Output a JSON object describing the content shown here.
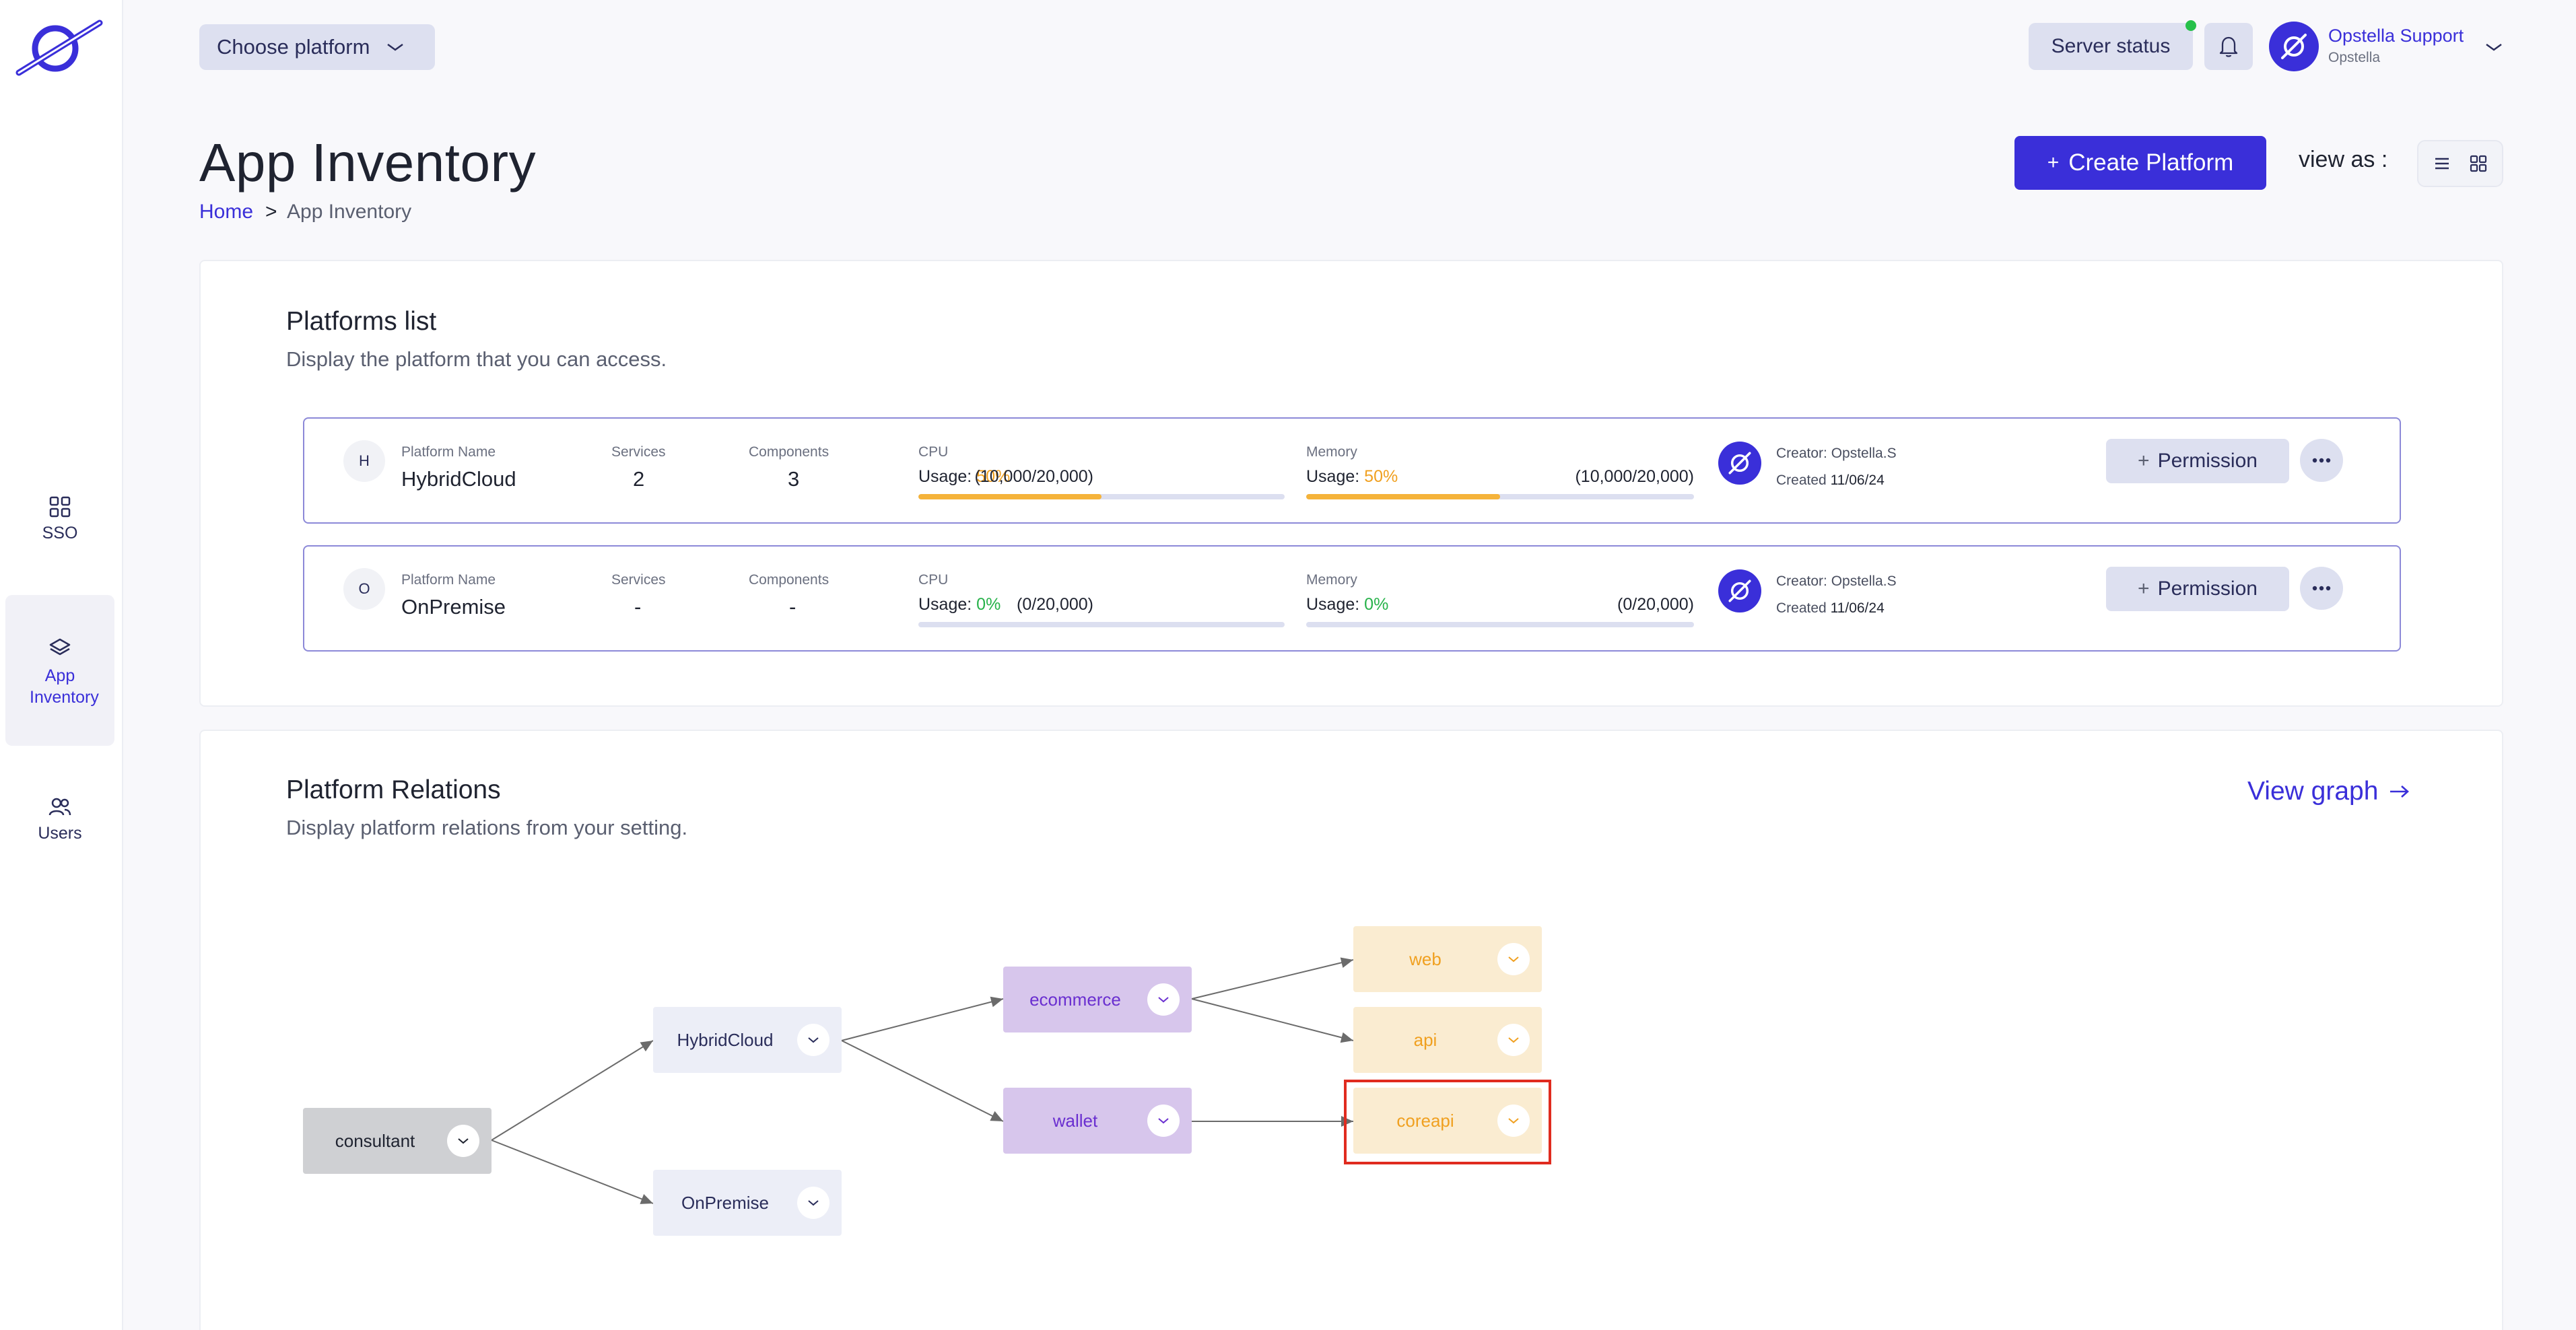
{
  "sidebar": {
    "items": [
      {
        "label": "SSO",
        "icon": "grid-icon"
      },
      {
        "label": "App Inventory",
        "icon": "layers-icon",
        "active": true
      },
      {
        "label": "Users",
        "icon": "users-icon"
      }
    ]
  },
  "topbar": {
    "choose_platform": "Choose platform",
    "server_status": "Server status",
    "user_name": "Opstella Support",
    "user_org": "Opstella"
  },
  "header": {
    "title": "App Inventory",
    "breadcrumb_home": "Home",
    "breadcrumb_sep": ">",
    "breadcrumb_current": "App Inventory",
    "create_button": "Create Platform",
    "create_plus": "+",
    "view_as": "view as :"
  },
  "platforms": {
    "title": "Platforms list",
    "subtitle": "Display the platform that you can access.",
    "labels": {
      "name": "Platform Name",
      "services": "Services",
      "components": "Components",
      "cpu": "CPU",
      "memory": "Memory",
      "usage": "Usage:",
      "created": "Created",
      "permission": "Permission",
      "permission_plus": "+"
    },
    "rows": [
      {
        "initial": "H",
        "name": "HybridCloud",
        "services": "2",
        "components": "3",
        "cpu_usage": "50%",
        "cpu_amount": "(10,000/20,000)",
        "cpu_fraction": 0.5,
        "mem_usage": "50%",
        "mem_amount": "(10,000/20,000)",
        "mem_fraction": 0.5,
        "creator": "Creator: Opstella.S",
        "created_date": "11/06/24"
      },
      {
        "initial": "O",
        "name": "OnPremise",
        "services": "-",
        "components": "-",
        "cpu_usage": "0%",
        "cpu_amount": "(0/20,000)",
        "cpu_fraction": 0,
        "mem_usage": "0%",
        "mem_amount": "(0/20,000)",
        "mem_fraction": 0,
        "creator": "Creator: Opstella.S",
        "created_date": "11/06/24"
      }
    ]
  },
  "relations": {
    "title": "Platform Relations",
    "subtitle": "Display platform relations from your setting.",
    "view_graph": "View graph",
    "nodes": {
      "consultant": "consultant",
      "hybridcloud": "HybridCloud",
      "onpremise": "OnPremise",
      "ecommerce": "ecommerce",
      "wallet": "wallet",
      "web": "web",
      "api": "api",
      "coreapi": "coreapi"
    }
  },
  "colors": {
    "accent": "#3a2fd9",
    "usage_orange": "#f5b33a",
    "usage_green": "#27b24a",
    "highlight": "#e02b1f"
  }
}
